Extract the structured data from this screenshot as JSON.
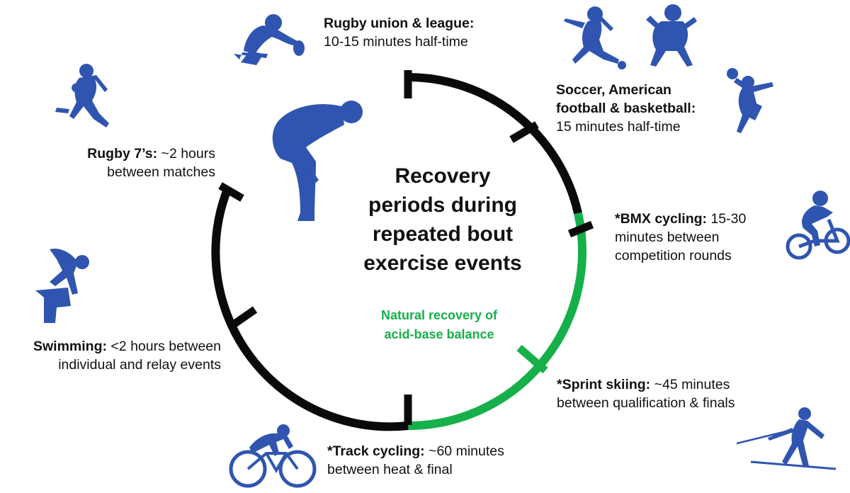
{
  "center": {
    "line1": "Recovery",
    "line2": "periods during",
    "line3": "repeated bout",
    "line4": "exercise events"
  },
  "green_note": {
    "line1": "Natural recovery of",
    "line2": "acid-base balance"
  },
  "events": {
    "rugby_union": {
      "bold": "Rugby union & league:",
      "line2": "10-15 minutes half-time"
    },
    "soccer": {
      "bold1": "Soccer, American",
      "bold2": "football & basketball:",
      "line3": "15 minutes half-time"
    },
    "bmx": {
      "bold": "*BMX cycling:",
      "rest1": " 15-30",
      "line2": "minutes between",
      "line3": "competition rounds"
    },
    "sprint_skiing": {
      "bold": "*Sprint skiing:",
      "rest1": " ~45 minutes",
      "line2": "between qualification & finals"
    },
    "track_cycling": {
      "bold": "*Track cycling:",
      "rest1": " ~60 minutes",
      "line2": "between heat & final"
    },
    "swimming": {
      "bold": "Swimming:",
      "rest1": " <2 hours between",
      "line2": "individual and relay events"
    },
    "rugby7": {
      "bold": "Rugby 7’s:",
      "rest1": " ~2 hours",
      "line2": "between matches"
    }
  },
  "colors": {
    "ring_black": "#0a0a0a",
    "ring_green": "#16b04a",
    "green_text": "#16b04a",
    "icon_blue": "#2f55b0"
  },
  "icons": [
    "rugby-kicker-icon",
    "rugby-runner-icon",
    "soccer-player-icon",
    "football-player-icon",
    "basketball-player-icon",
    "bmx-rider-icon",
    "skier-icon",
    "track-cyclist-icon",
    "swimmer-icon",
    "tired-athlete-icon"
  ]
}
